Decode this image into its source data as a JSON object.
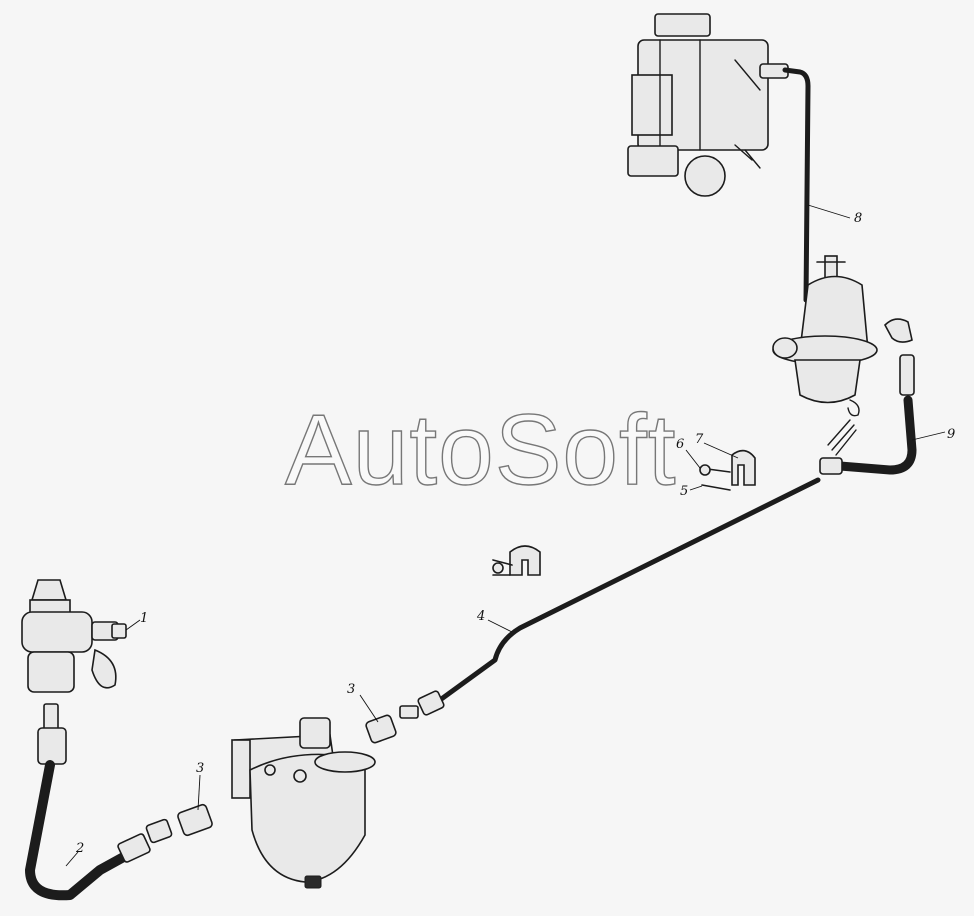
{
  "watermark": {
    "text": "AutoSoft"
  },
  "callouts": {
    "c1": "1",
    "c2": "2",
    "c3a": "3",
    "c3b": "3",
    "c4": "4",
    "c5": "5",
    "c6": "6",
    "c7": "7",
    "c8": "8",
    "c9": "9"
  },
  "colors": {
    "ink": "#1c1c1c",
    "paper": "#f6f6f6"
  }
}
